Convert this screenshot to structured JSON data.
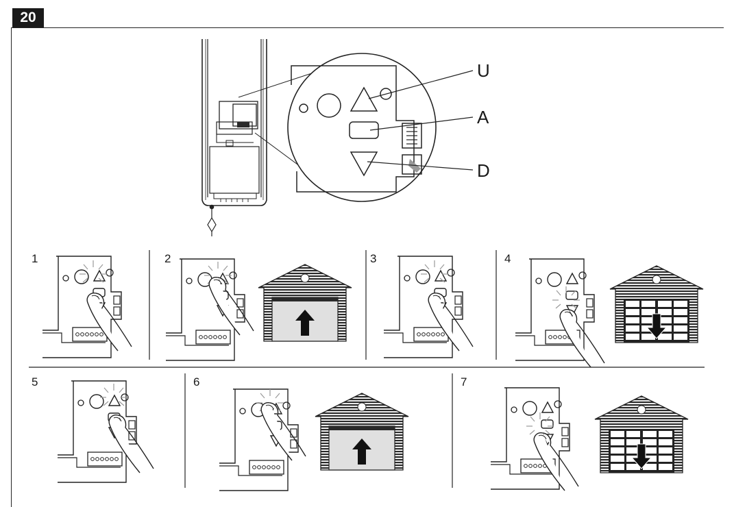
{
  "figure": {
    "number": "20"
  },
  "overview": {
    "callouts": {
      "up": "U",
      "aux": "A",
      "down": "D"
    }
  },
  "steps": [
    {
      "num": "1",
      "press": "up"
    },
    {
      "num": "2",
      "press": "up",
      "door": "open"
    },
    {
      "num": "3",
      "press": "up"
    },
    {
      "num": "4",
      "press": "aux",
      "door": "close"
    },
    {
      "num": "5",
      "press": "up"
    },
    {
      "num": "6",
      "press": "up",
      "door": "open"
    },
    {
      "num": "7",
      "press": "aux",
      "door": "close"
    }
  ],
  "colors": {
    "line": "#222222",
    "dark": "#2a2a2a",
    "glass": "#e0e0e0"
  }
}
